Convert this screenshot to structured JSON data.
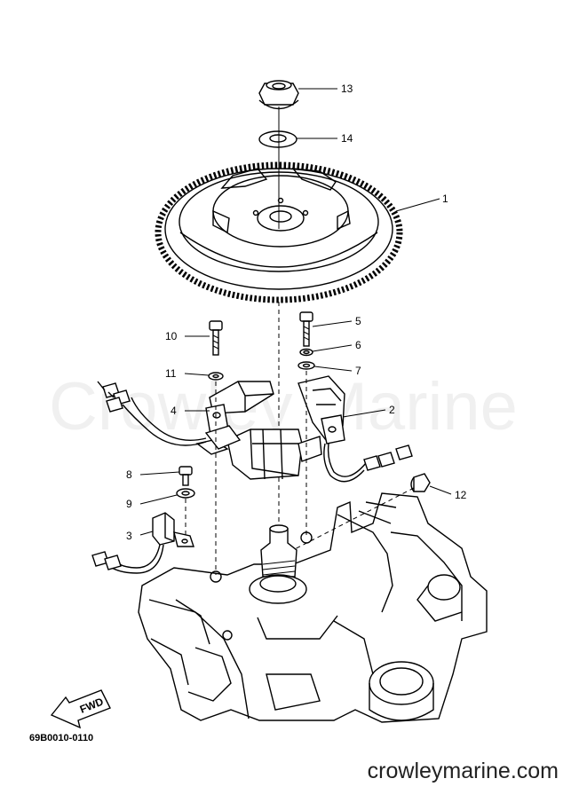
{
  "diagram": {
    "callouts": {
      "c1": "1",
      "c2": "2",
      "c3": "3",
      "c4": "4",
      "c5": "5",
      "c6": "6",
      "c7": "7",
      "c8": "8",
      "c9": "9",
      "c10": "10",
      "c11": "11",
      "c12": "12",
      "c13": "13",
      "c14": "14"
    },
    "fwd_label": "FWD",
    "drawing_code": "69B0010-0110",
    "watermark": "Crowley Marine",
    "site_url": "crowleymarine.com"
  }
}
